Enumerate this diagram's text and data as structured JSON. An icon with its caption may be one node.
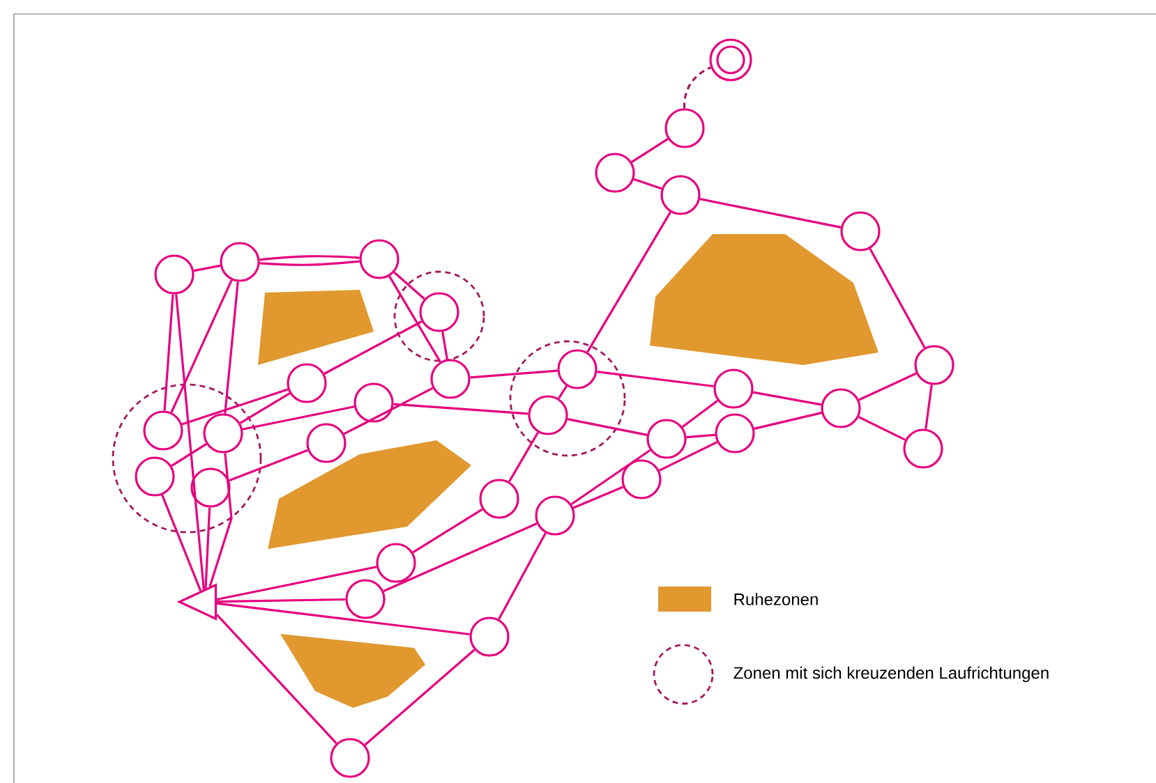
{
  "diagram": {
    "nodes": [
      {
        "text": [],
        "shape": "circle"
      },
      {
        "text": [],
        "shape": "circle"
      },
      {
        "text": [],
        "shape": "circle"
      },
      {
        "text": [],
        "shape": "circle"
      },
      {
        "text": [],
        "shape": "circle"
      },
      {
        "text": [],
        "shape": "circle"
      },
      {
        "text": [],
        "shape": "circle"
      },
      {
        "text": [],
        "shape": "circle"
      },
      {
        "text": [],
        "shape": "circle"
      },
      {
        "text": [],
        "shape": "circle"
      },
      {
        "text": [],
        "shape": "circle"
      },
      {
        "text": [],
        "shape": "circle"
      },
      {
        "text": [],
        "shape": "circle"
      },
      {
        "text": [],
        "shape": "circle"
      },
      {
        "text": [],
        "shape": "circle"
      },
      {
        "text": [],
        "shape": "circle"
      },
      {
        "text": [],
        "shape": "circle"
      },
      {
        "text": [],
        "shape": "circle"
      },
      {
        "text": [],
        "shape": "circle"
      },
      {
        "text": [],
        "shape": "circle"
      },
      {
        "text": [],
        "shape": "circle"
      },
      {
        "text": [],
        "shape": "circle"
      },
      {
        "text": [],
        "shape": "circle"
      },
      {
        "text": [],
        "shape": "circle"
      },
      {
        "text": [],
        "shape": "circle"
      },
      {
        "text": [],
        "shape": "circle"
      },
      {
        "text": [],
        "shape": "circle"
      },
      {
        "text": [],
        "shape": "circle"
      },
      {
        "text": [],
        "shape": "circle"
      },
      {
        "text": [],
        "shape": "circle"
      },
      {
        "text": [],
        "shape": "circle"
      },
      {
        "text": [],
        "shape": "ring"
      },
      {
        "text": [],
        "shape": "triangle"
      }
    ],
    "edges": [
      {
        "from": 0,
        "to": 1,
        "arrow": "none"
      },
      {
        "from": 1,
        "to": 2,
        "arrow": "none"
      },
      {
        "from": 1,
        "to": 2,
        "arrow": "none"
      },
      {
        "from": 2,
        "to": 3,
        "arrow": "none"
      },
      {
        "from": 2,
        "to": 5,
        "arrow": "none"
      },
      {
        "from": 3,
        "to": 5,
        "arrow": "none"
      },
      {
        "from": 0,
        "to": 7,
        "arrow": "none"
      },
      {
        "from": 0,
        "to": 32,
        "arrow": "none"
      },
      {
        "from": 1,
        "to": 7,
        "arrow": "none"
      },
      {
        "from": 1,
        "to": 8,
        "arrow": "none"
      },
      {
        "from": 7,
        "to": 4,
        "arrow": "none"
      },
      {
        "from": 9,
        "to": 8,
        "arrow": "none"
      },
      {
        "from": 8,
        "to": 4,
        "arrow": "none"
      },
      {
        "from": 8,
        "to": 6,
        "arrow": "none"
      },
      {
        "from": 10,
        "to": 11,
        "arrow": "none"
      },
      {
        "from": 11,
        "to": 5,
        "arrow": "none"
      },
      {
        "from": 4,
        "to": 3,
        "arrow": "none"
      },
      {
        "from": 6,
        "to": 13,
        "arrow": "none"
      },
      {
        "from": 5,
        "to": 12,
        "arrow": "none"
      },
      {
        "from": 9,
        "to": 32,
        "arrow": "none"
      },
      {
        "from": 8,
        "to": 32,
        "arrow": "none"
      },
      {
        "from": 10,
        "to": 32,
        "arrow": "none"
      },
      {
        "from": 16,
        "to": 14,
        "arrow": "none"
      },
      {
        "from": 16,
        "to": 32,
        "arrow": "none"
      },
      {
        "from": 17,
        "to": 32,
        "arrow": "none"
      },
      {
        "from": 17,
        "to": 15,
        "arrow": "none"
      },
      {
        "from": 18,
        "to": 32,
        "arrow": "none"
      },
      {
        "from": 12,
        "to": 13,
        "arrow": "none"
      },
      {
        "from": 13,
        "to": 14,
        "arrow": "none"
      },
      {
        "from": 13,
        "to": 20,
        "arrow": "none"
      },
      {
        "from": 12,
        "to": 22,
        "arrow": "none"
      },
      {
        "from": 20,
        "to": 22,
        "arrow": "none"
      },
      {
        "from": 20,
        "to": 23,
        "arrow": "none"
      },
      {
        "from": 20,
        "to": 15,
        "arrow": "none"
      },
      {
        "from": 21,
        "to": 15,
        "arrow": "none"
      },
      {
        "from": 21,
        "to": 23,
        "arrow": "none"
      },
      {
        "from": 18,
        "to": 15,
        "arrow": "none"
      },
      {
        "from": 18,
        "to": 19,
        "arrow": "none"
      },
      {
        "from": 19,
        "to": 32,
        "arrow": "none"
      },
      {
        "from": 22,
        "to": 24,
        "arrow": "none"
      },
      {
        "from": 23,
        "to": 24,
        "arrow": "none"
      },
      {
        "from": 24,
        "to": 25,
        "arrow": "none"
      },
      {
        "from": 24,
        "to": 26,
        "arrow": "none"
      },
      {
        "from": 25,
        "to": 26,
        "arrow": "none"
      },
      {
        "from": 25,
        "to": 27,
        "arrow": "none"
      },
      {
        "from": 27,
        "to": 28,
        "arrow": "none"
      },
      {
        "from": 28,
        "to": 29,
        "arrow": "none"
      },
      {
        "from": 29,
        "to": 30,
        "arrow": "none"
      },
      {
        "from": 30,
        "to": 31,
        "arrow": "none",
        "style": "dashed",
        "color": "#a3195b"
      },
      {
        "from": 28,
        "to": 12,
        "arrow": "none"
      }
    ],
    "legend": [
      {
        "text": "Ruhezonen",
        "color": "#e0982f"
      },
      {
        "text": "Zonen mit sich kreuzenden Laufrichtungen"
      }
    ]
  }
}
